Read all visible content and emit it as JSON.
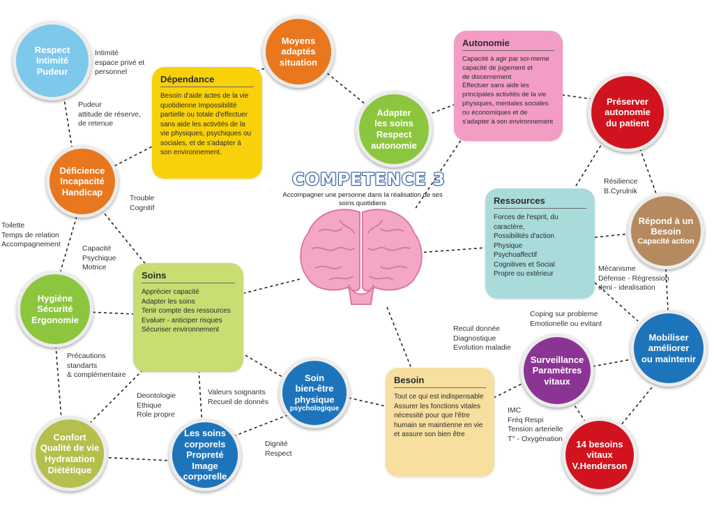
{
  "title": "COMPETENCE 3",
  "subtitle": "Accompagner une personne dans la réalisation de ses soins quotidiens",
  "colors": {
    "light_blue": "#7ec8ec",
    "orange": "#e8771e",
    "green": "#8cc63e",
    "olive": "#b4bf4c",
    "blue": "#1e74bb",
    "red": "#d0131e",
    "tan": "#b48a5e",
    "purple": "#8b3494",
    "yellow": "#f9d10a",
    "pink": "#f29cc6",
    "teal": "#a9dbdb",
    "lime": "#c8dd72",
    "cream": "#f7df9f",
    "brain": "#f4a6c7"
  },
  "circles": {
    "respect": "Respect\nIntimité\nPudeur",
    "moyens": "Moyens\nadaptés\nsituation",
    "adapter": "Adapter\nles soins\nRespect\nautonomie",
    "preserver": "Préserver\nautonomie\ndu patient",
    "deficience": "Déficience\nIncapacité\nHandicap",
    "hygiene": "Hygiène\nSécurité\nErgonomie",
    "repond_title": "Répond à un\nBesoin",
    "repond_sub": "Capacité action",
    "mobiliser": "Mobiliser\naméliorer\nou maintenir",
    "soin_title": "Soin\nbien-être\nphysique",
    "soin_sub": "psychologique",
    "surveillance": "Surveillance\nParamètres\nvitaux",
    "confort": "Confort\nQualité de vie\nHydratation\nDiététique",
    "soins_corporels": "Les soins\ncorporels\nPropreté\nImage\ncorporelle",
    "besoins": "14 besoins\nvitaux\nV.Henderson"
  },
  "boxes": {
    "dependance": {
      "title": "Dépendance",
      "body": "Besoin d'aide actes de la vie quotidienne\nImpossibilité partielle ou totale d'effectuer sans aide les activités de la vie physiques, psychiques ou sociales, et de s'adapter à son environnement."
    },
    "autonomie": {
      "title": "Autonomie",
      "body": "Capacité à agir par soi-meme\ncapacité de jugement et\nde discernement\nEffectuer sans aide les\nprincipales activités de la vie\nphysiques, mentales sociales\nou économiques et de\ns'adapter à son environnement"
    },
    "ressources": {
      "title": "Ressources",
      "body": "Forces de l'esprit, du caractère,\nPossibilités d'action\nPhysique\nPsychoaffectif\nCognitives et Social\nPropre ou extérieur"
    },
    "soins": {
      "title": "Soins",
      "body": "Apprécier capacité\nAdapter les soins\nTenir compte des ressources\nEvaluer - anticiper risques\nSécuriser environnement"
    },
    "besoin": {
      "title": "Besoin",
      "body": "Tout ce qui est indispensable\nAssurer les fonctions vitales\nnécessité pour que l'être\nhumain se maintienne en vie\net  assure son bien être"
    }
  },
  "notes": {
    "intimite": "Intimité\nespace privé et\npersonnel",
    "pudeur": "Pudeur\nattitude de réserve,\nde retenue",
    "trouble": "Trouble\nCognitif",
    "toilette": "Toilette\nTemps de relation\nAccompagnement",
    "capacite": "Capacité\nPsychique\nMotrice",
    "precautions": "Précautions\nstandarts\n& complémentaire",
    "deontologie": "Deontologie\nEthique\nRole propre",
    "valeurs": "Valeurs soignants\nRecueil de donnés",
    "dignite": "Dignité\nRespect",
    "resilience": "Résilience\nB.Cyrulnik",
    "mecanisme": "Mécanisme\nDéfense - Régression\ndeni - idealisation",
    "coping": "Coping sur probleme\nEmotionelle ou evitant",
    "recueil": "Recuil donnée\nDiagnostique\nEvolution maladie",
    "imc": "IMC\nFréq Respi\nTension arterielle\nT° - Oxygénation"
  }
}
